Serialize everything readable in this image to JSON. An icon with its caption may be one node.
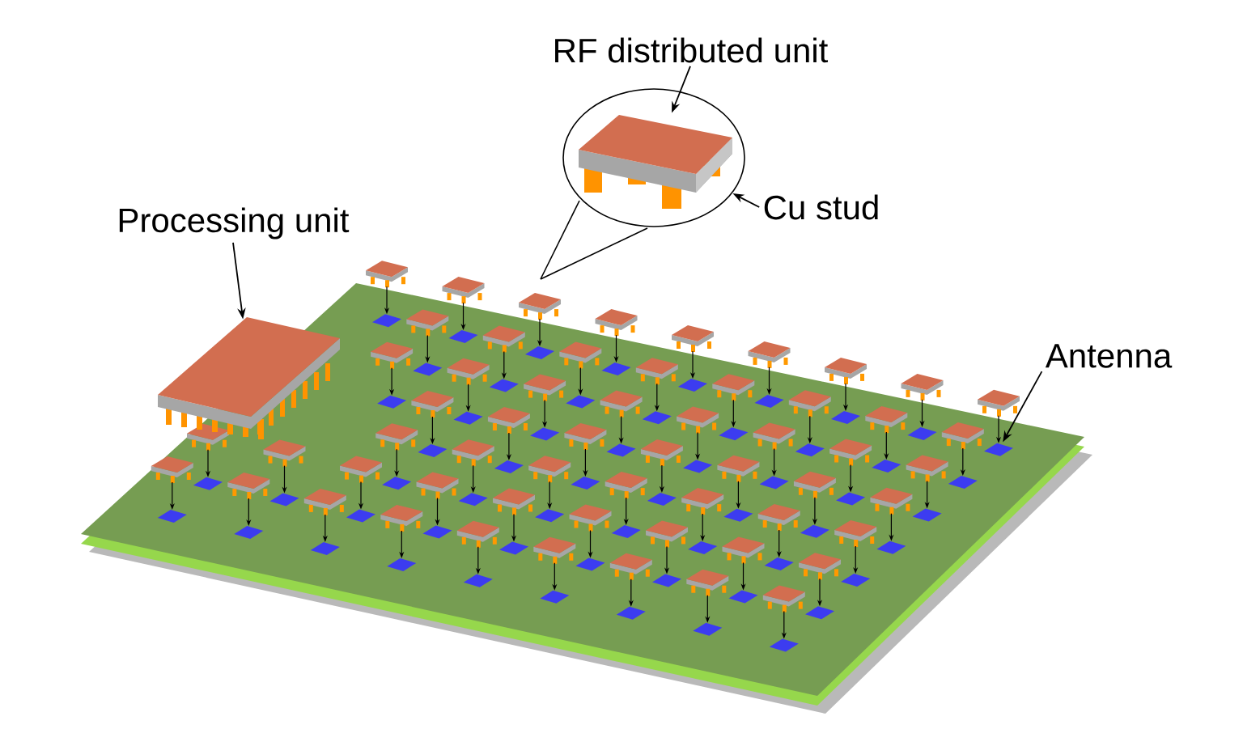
{
  "diagram": {
    "nodes": [
      {
        "text": [
          "RF distributed unit"
        ]
      },
      {
        "text": [],
        "shape": "picture"
      },
      {
        "text": [
          "Cu stud"
        ]
      },
      {
        "text": [
          "Processing unit"
        ]
      },
      {
        "text": [],
        "shape": "picture"
      },
      {
        "text": [
          "Antenna"
        ]
      },
      {
        "text": [],
        "shape": "picture"
      }
    ],
    "edges": [
      {
        "from": 0,
        "to": 1,
        "arrow": "to"
      },
      {
        "from": 2,
        "to": 1,
        "arrow": "to"
      },
      {
        "from": 3,
        "to": 4,
        "arrow": "to"
      },
      {
        "from": 5,
        "to": 6,
        "arrow": "to"
      }
    ]
  }
}
